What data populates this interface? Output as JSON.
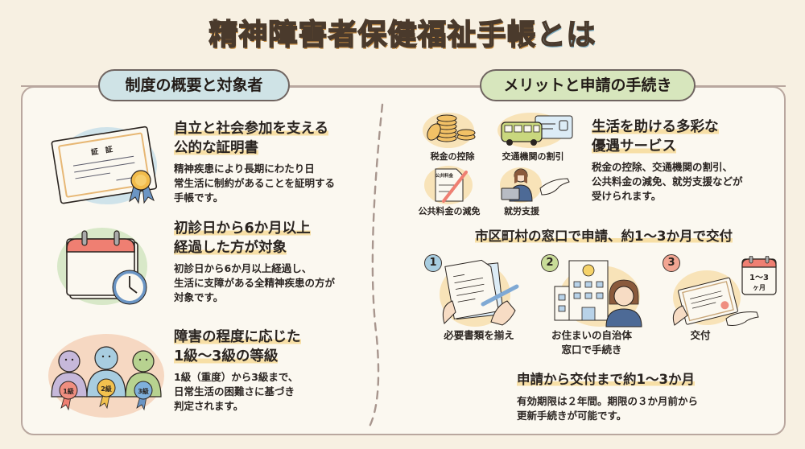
{
  "title": {
    "main": "精神障害者保健福祉手帳",
    "suffix": "とは"
  },
  "colors": {
    "background": "#f7f0e2",
    "card": "#fbf8f0",
    "title_fill": "#f3b866",
    "title_suffix_fill": "#a8d0e0",
    "pill_left": "#cfe3e6",
    "pill_right": "#d7e6bd",
    "highlight": "#f7dfa6"
  },
  "left": {
    "header": "制度の概要と対象者",
    "features": [
      {
        "icon": "certificate-icon",
        "icon_text": "証　証",
        "title_line1": "自立と社会参加を支える",
        "title_line2": "公的な証明書",
        "body_line1": "精神疾患により長期にわたり日",
        "body_line2": "常生活に制約があることを証明する",
        "body_line3": "手帳です。"
      },
      {
        "icon": "calendar-clock-icon",
        "title_line1": "初診日から6か月以上",
        "title_line2": "経過した方が対象",
        "body_line1": "初診日から6か月以上経過し、",
        "body_line2": "生活に支障がある全精神疾患の方が",
        "body_line3": "対象です。"
      },
      {
        "icon": "grade-people-icon",
        "badges": [
          "1級",
          "2級",
          "3級"
        ],
        "title_line1": "障害の程度に応じた",
        "title_line2": "1級～3級の等級",
        "body_line1": "1級（重度）から3級まで、",
        "body_line2": "日常生活の困難さに基づき",
        "body_line3": "判定されます。"
      }
    ]
  },
  "right": {
    "header": "メリットと申請の手続き",
    "benefits": {
      "items": [
        {
          "icon": "coins-icon",
          "label": "税金の控除"
        },
        {
          "icon": "bus-train-icon",
          "label": "交通機関の割引"
        },
        {
          "icon": "public-fee-document-icon",
          "label": "公共料金の減免",
          "doc_text": "公共料金"
        },
        {
          "icon": "employment-support-icon",
          "label": "就労支援"
        }
      ],
      "title_line1": "生活を助ける多彩な",
      "title_line2": "優遇サービス",
      "body_line1": "税金の控除、交通機関の割引、",
      "body_line2": "公共料金の減免、就労支援などが",
      "body_line3": "受けられます。"
    },
    "process": {
      "title": "市区町村の窓口で申請、約1～3か月で交付",
      "steps": [
        {
          "num": "1",
          "icon": "document-writing-icon",
          "label_line1": "必要書類を揃え",
          "label_line2": ""
        },
        {
          "num": "2",
          "icon": "city-office-icon",
          "label_line1": "お住まいの自治体",
          "label_line2": "窓口で手続き"
        },
        {
          "num": "3",
          "icon": "certificate-handover-icon",
          "label_line1": "交付",
          "label_line2": "",
          "calendar_line1": "1～3",
          "calendar_line2": "ヶ月"
        }
      ]
    },
    "timeline": {
      "title": "申請から交付まで約1～3か月",
      "body_line1": "有効期限は２年間。期限の３か月前から",
      "body_line2": "更新手続きが可能です。"
    }
  }
}
